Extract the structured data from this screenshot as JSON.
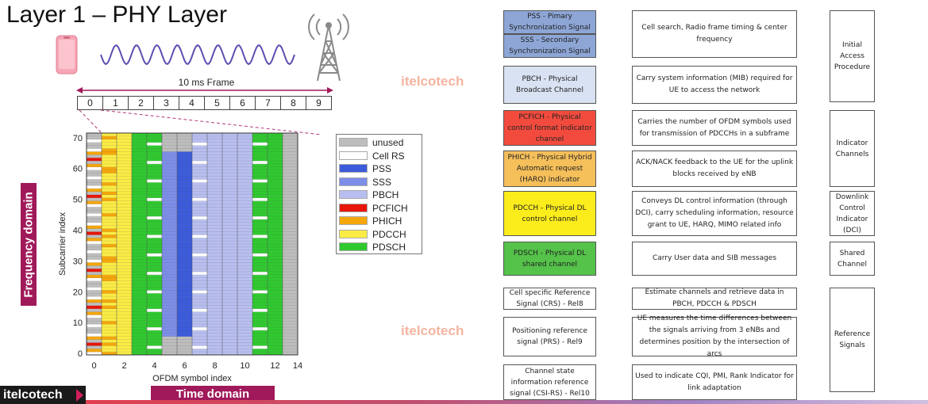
{
  "title": "Layer 1 – PHY Layer",
  "frame": {
    "label": "10 ms Frame",
    "subframes": [
      "0",
      "1",
      "2",
      "3",
      "4",
      "5",
      "6",
      "7",
      "8",
      "9"
    ]
  },
  "watermark": "itelcotech",
  "brand": "itelcotech",
  "frequency_domain_label": "Frequency domain",
  "time_domain_label": "Time domain",
  "icons": [
    "phone-icon",
    "sine-wave-icon",
    "cell-tower-icon"
  ],
  "chart_data": {
    "type": "heatmap",
    "xlabel": "OFDM symbol index",
    "ylabel": "Subcarrier index",
    "x_ticks": [
      "0",
      "2",
      "4",
      "6",
      "8",
      "10",
      "12",
      "14"
    ],
    "y_ticks": [
      "0",
      "10",
      "20",
      "30",
      "40",
      "50",
      "60",
      "70"
    ],
    "xlim": [
      -0.5,
      13.5
    ],
    "ylim": [
      -1,
      72
    ],
    "columns": [
      {
        "symbol": 0,
        "content": "Cell RS (every 3rd subcarrier) / PCFICH / PHICH / unused"
      },
      {
        "symbol": 1,
        "content": "PHICH / PDCCH"
      },
      {
        "symbol": 2,
        "content": "PDCCH"
      },
      {
        "symbol": 3,
        "content": "PDSCH"
      },
      {
        "symbol": 4,
        "content": "PDSCH + Cell RS"
      },
      {
        "symbol": 5,
        "content": "SSS (center) / unused"
      },
      {
        "symbol": 6,
        "content": "PSS (center) / unused"
      },
      {
        "symbol": 7,
        "content": "PBCH + Cell RS"
      },
      {
        "symbol": 8,
        "content": "PBCH"
      },
      {
        "symbol": 9,
        "content": "PBCH"
      },
      {
        "symbol": 10,
        "content": "PBCH"
      },
      {
        "symbol": 11,
        "content": "PDSCH + Cell RS"
      },
      {
        "symbol": 12,
        "content": "PDSCH"
      },
      {
        "symbol": 13,
        "content": "unused"
      }
    ],
    "legend": [
      {
        "name": "unused",
        "color": "#bdbdbd"
      },
      {
        "name": "Cell RS",
        "color": "#ffffff"
      },
      {
        "name": "PSS",
        "color": "#3b5bdb"
      },
      {
        "name": "SSS",
        "color": "#7d8ee8"
      },
      {
        "name": "PBCH",
        "color": "#b8bff0"
      },
      {
        "name": "PCFICH",
        "color": "#e8150b"
      },
      {
        "name": "PHICH",
        "color": "#f5a60b"
      },
      {
        "name": "PDCCH",
        "color": "#fbec45"
      },
      {
        "name": "PDSCH",
        "color": "#2fc92f"
      }
    ]
  },
  "rows": [
    {
      "channel": "PSS - Pimary Synchronization Signal",
      "color": "#8da6d6",
      "channel2": "SSS - Secondary Synchronization Signal",
      "color2": "#8da6d6",
      "desc": "Cell search, Radio frame timing & center frequency"
    },
    {
      "channel": "PBCH - Physical Broadcast Channel",
      "color": "#d9e2f2",
      "desc": "Carry system information (MIB) required for UE to access the network"
    },
    {
      "channel": "PCFICH - Physical control format indicator channel",
      "color": "#f24b3e",
      "desc": "Carries the number of OFDM symbols used for transmission of PDCCHs in a subframe"
    },
    {
      "channel": "PHICH - Physical Hybrid Automatic request (HARQ) indicator",
      "color": "#f5bf5a",
      "desc": "ACK/NACK feedback to the UE for the uplink blocks received by eNB"
    },
    {
      "channel": "PDCCH - Physical DL control channel",
      "color": "#fbec1c",
      "desc": "Conveys DL control information (through DCI), carry scheduling information, resource grant to UE, HARQ, MIMO related info"
    },
    {
      "channel": "PDSCH - Physical DL shared channel",
      "color": "#55c24a",
      "desc": "Carry User data and SIB messages"
    },
    {
      "channel": "Cell specific Reference Signal (CRS) - Rel8",
      "color": "#ffffff",
      "desc": "Estimate channels and retrieve data in PBCH, PDCCH & PDSCH"
    },
    {
      "channel": "Positioning reference signal (PRS) - Rel9",
      "color": "#ffffff",
      "desc": "UE measures the time differences between the signals arriving from 3 eNBs and determines position by the intersection of arcs"
    },
    {
      "channel": "Channel state information reference signal (CSI-RS) - Rel10",
      "color": "#ffffff",
      "desc": "Used to indicate CQI, PMI, Rank Indicator for link adaptation"
    }
  ],
  "categories": [
    "Initial Access Procedure",
    "Indicator Channels",
    "Downlink Control Indicator (DCI)",
    "Shared Channel",
    "Reference Signals"
  ]
}
